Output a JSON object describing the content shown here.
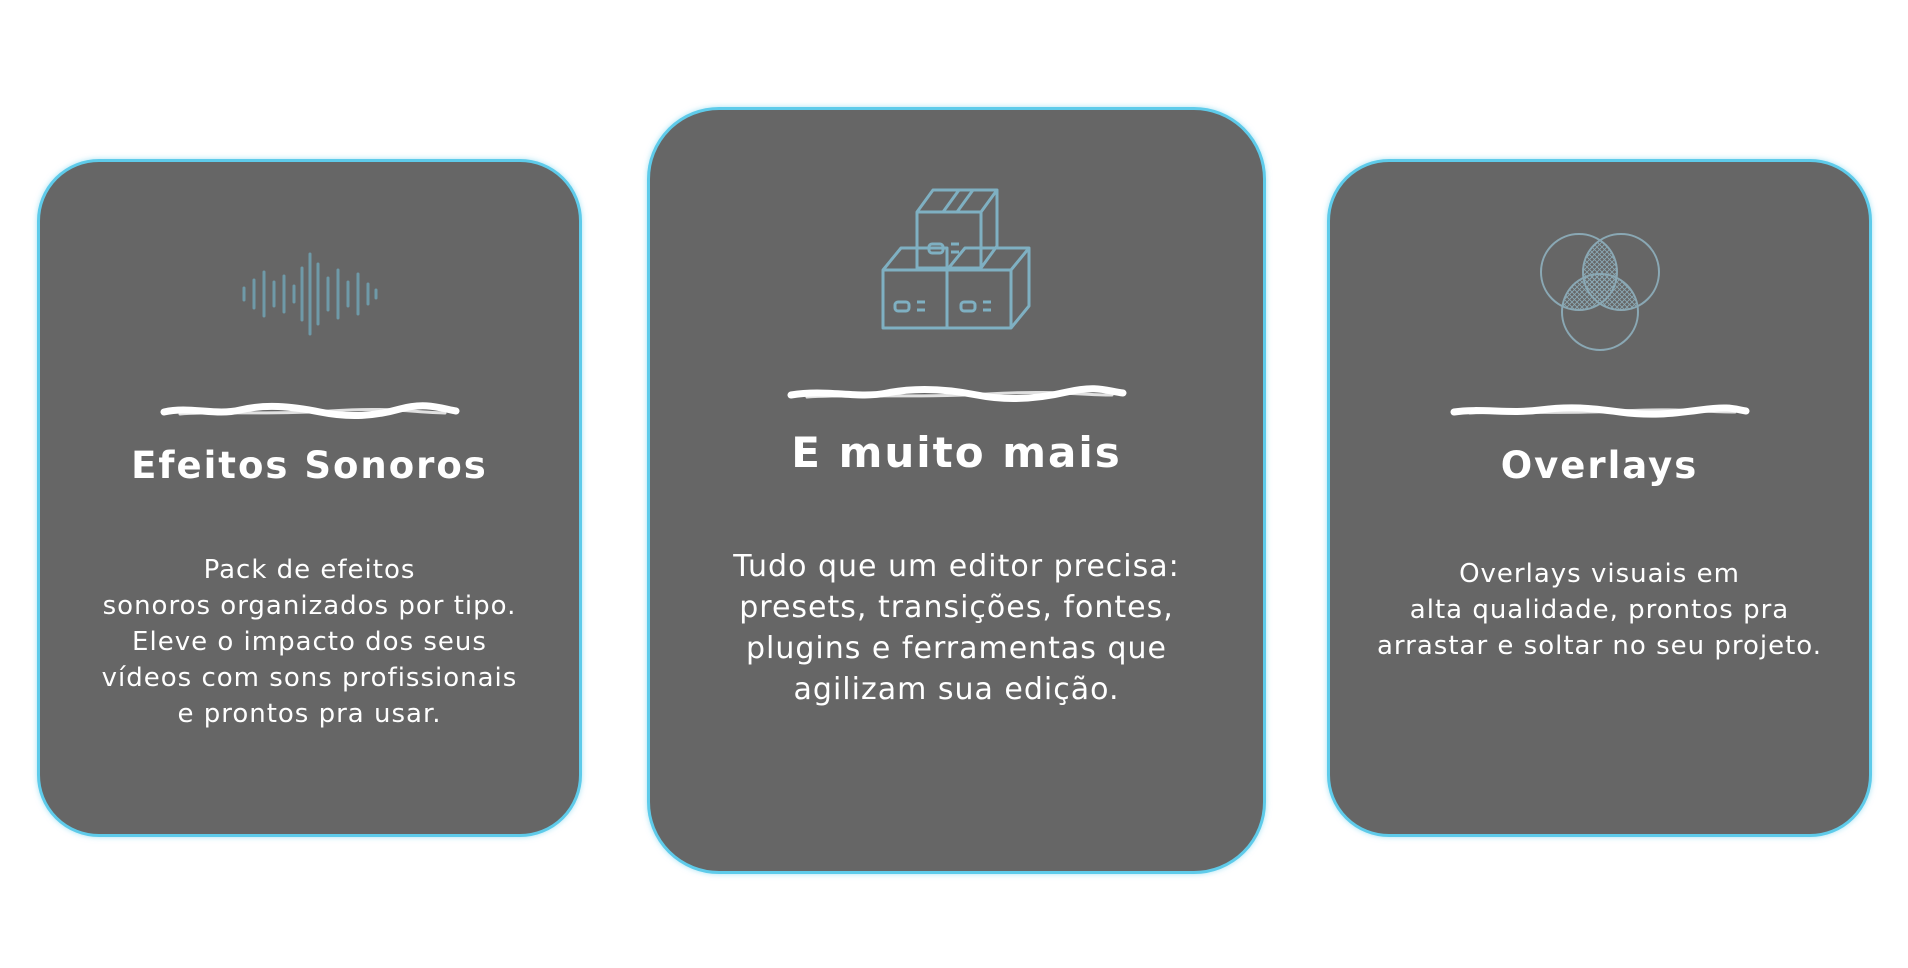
{
  "cards": [
    {
      "icon": "sound-wave-icon",
      "title": "Efeitos Sonoros",
      "description": [
        "Pack de efeitos",
        "sonoros organizados por tipo.",
        "Eleve o impacto dos seus",
        "vídeos com sons profissionais",
        "e prontos pra usar."
      ]
    },
    {
      "icon": "boxes-icon",
      "title": "E muito mais",
      "description": [
        "Tudo que um editor precisa:",
        "presets, transições, fontes,",
        "plugins e ferramentas que",
        "agilizam sua edição."
      ]
    },
    {
      "icon": "overlapping-circles-icon",
      "title": "Overlays",
      "description": [
        "Overlays visuais em",
        "alta qualidade, prontos pra",
        "arrastar e soltar no seu projeto."
      ]
    }
  ],
  "colors": {
    "card_background": "#666666",
    "card_border": "#5ecbea",
    "text": "#ffffff",
    "icon_stroke": "#8ab4c4",
    "brush_stroke": "#ffffff"
  }
}
